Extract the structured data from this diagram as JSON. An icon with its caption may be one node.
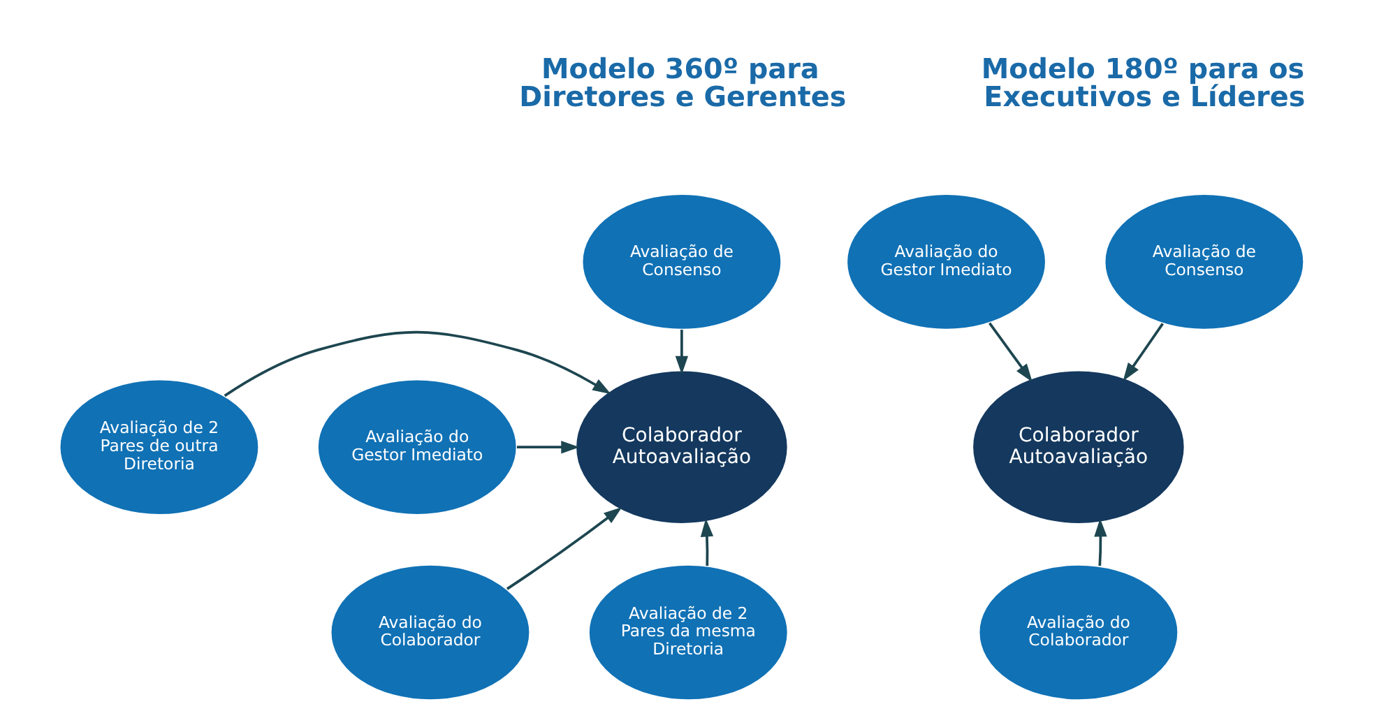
{
  "diagram": {
    "nodes": [
      {
        "text": [
          "Avaliação de Consenso"
        ]
      },
      {
        "text": [
          "Avaliação de 2 Pares de outra Diretoria"
        ]
      },
      {
        "text": [
          "Colaborador Autoavaliação"
        ]
      },
      {
        "text": [
          "Avaliação do Gestor Imediato"
        ]
      },
      {
        "text": [
          "Avaliação do Colaborador"
        ]
      },
      {
        "text": [
          "Avaliação de 2 Pares da mesma Diretoria"
        ]
      },
      {
        "text": [
          "Avaliação do Gestor Imediato"
        ]
      },
      {
        "text": [
          "Avaliação de Consenso"
        ]
      },
      {
        "text": [
          "Colaborador Autoavaliação"
        ]
      },
      {
        "text": [
          "Avaliação do Colaborador"
        ]
      }
    ],
    "edges": [
      {
        "from": 0,
        "to": 2,
        "arrow": "to"
      },
      {
        "from": 1,
        "to": 2,
        "arrow": "to"
      },
      {
        "from": 3,
        "to": 2,
        "arrow": "to"
      },
      {
        "from": 4,
        "to": 2,
        "arrow": "to"
      },
      {
        "from": 5,
        "to": 2,
        "arrow": "to"
      },
      {
        "from": 6,
        "to": 8,
        "arrow": "to"
      },
      {
        "from": 7,
        "to": 8,
        "arrow": "to"
      },
      {
        "from": 9,
        "to": 8,
        "arrow": "to"
      }
    ],
    "labels": [
      "Modelo 360º para Diretores e Gerentes",
      "Modelo 180º para os Executivos e Líderes"
    ]
  }
}
